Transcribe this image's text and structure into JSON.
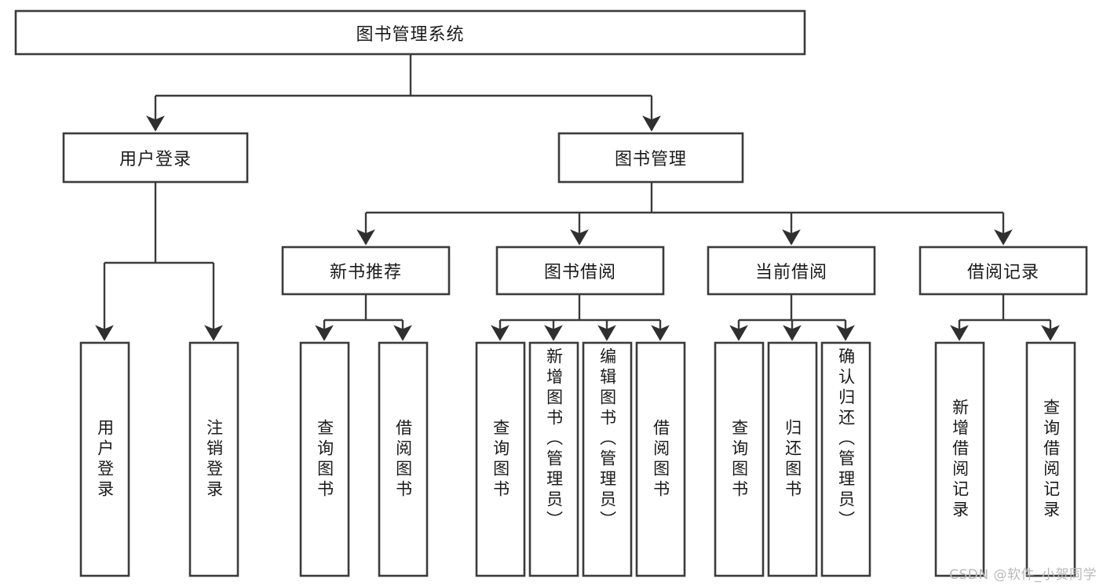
{
  "diagram": {
    "title": "图书管理系统",
    "type": "tree",
    "orientation": "top-down",
    "colors": {
      "box_stroke": "#3b3b3b",
      "box_fill": "#ffffff",
      "edge": "#3b3b3b",
      "text": "#1a1a1a",
      "background": "#ffffff",
      "watermark": "#b9b9b9"
    },
    "root": {
      "label": "图书管理系统"
    },
    "level2": [
      {
        "id": "user-login",
        "label": "用户登录"
      },
      {
        "id": "book-manage",
        "label": "图书管理"
      }
    ],
    "level3": [
      {
        "id": "new-book-recommend",
        "label": "新书推荐",
        "parent": "book-manage"
      },
      {
        "id": "book-borrow",
        "label": "图书借阅",
        "parent": "book-manage"
      },
      {
        "id": "current-borrow",
        "label": "当前借阅",
        "parent": "book-manage"
      },
      {
        "id": "borrow-record",
        "label": "借阅记录",
        "parent": "book-manage"
      }
    ],
    "leaves": [
      {
        "id": "leaf-user-login",
        "label": "用户登录",
        "parent": "user-login"
      },
      {
        "id": "leaf-logout-login",
        "label": "注销登录",
        "parent": "user-login"
      },
      {
        "id": "leaf-query-book-1",
        "label": "查询图书",
        "parent": "new-book-recommend"
      },
      {
        "id": "leaf-borrow-book-1",
        "label": "借阅图书",
        "parent": "new-book-recommend"
      },
      {
        "id": "leaf-query-book-2",
        "label": "查询图书",
        "parent": "book-borrow"
      },
      {
        "id": "leaf-add-book",
        "label": "新增图书（管理员）",
        "parent": "book-borrow"
      },
      {
        "id": "leaf-edit-book",
        "label": "编辑图书（管理员）",
        "parent": "book-borrow"
      },
      {
        "id": "leaf-borrow-book-2",
        "label": "借阅图书",
        "parent": "book-borrow"
      },
      {
        "id": "leaf-query-book-3",
        "label": "查询图书",
        "parent": "current-borrow"
      },
      {
        "id": "leaf-return-book",
        "label": "归还图书",
        "parent": "current-borrow"
      },
      {
        "id": "leaf-confirm-return",
        "label": "确认归还（管理员）",
        "parent": "current-borrow"
      },
      {
        "id": "leaf-add-record",
        "label": "新增借阅记录",
        "parent": "borrow-record"
      },
      {
        "id": "leaf-query-record",
        "label": "查询借阅记录",
        "parent": "borrow-record"
      }
    ],
    "watermark": "CSDN @软件_小贺同学"
  }
}
